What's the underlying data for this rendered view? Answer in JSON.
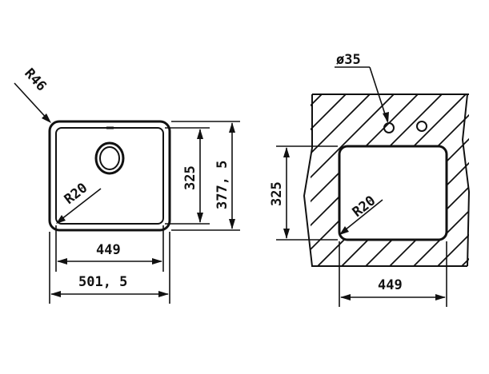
{
  "left_view": {
    "corner_radius_label": "R46",
    "inner_radius_label": "R20",
    "inner_width_label": "449",
    "outer_width_label": "501, 5",
    "inner_height_label": "325",
    "outer_height_label": "377, 5"
  },
  "right_view": {
    "hole_diameter_label": "ø35",
    "inner_radius_label": "R20",
    "height_label": "325",
    "width_label": "449"
  },
  "colors": {
    "stroke": "#111111",
    "background": "#ffffff"
  }
}
